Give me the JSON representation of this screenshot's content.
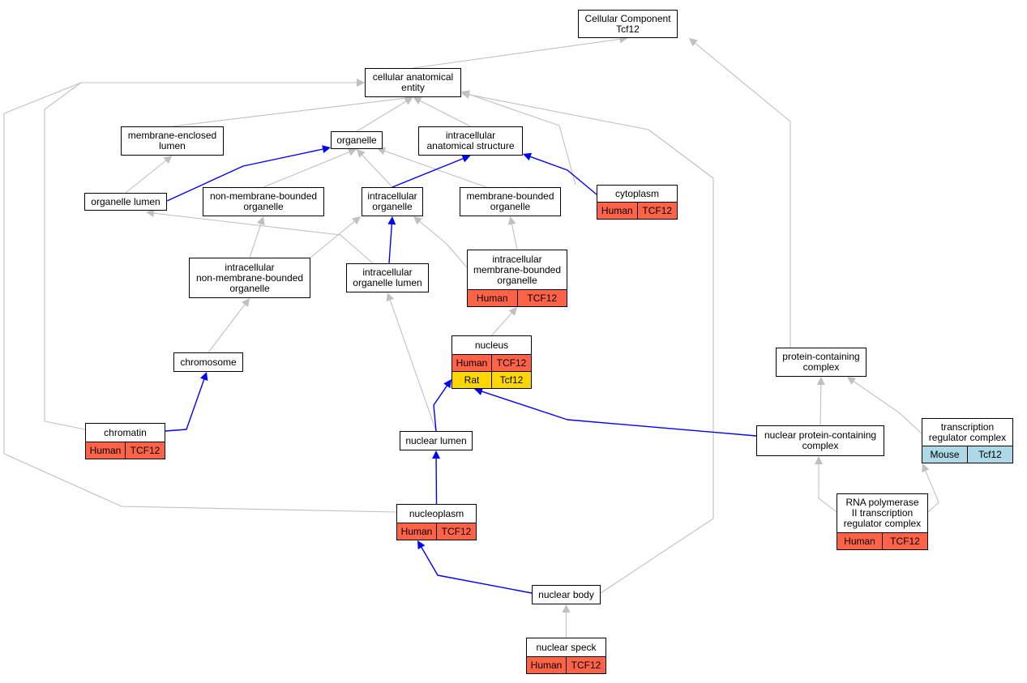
{
  "colors": {
    "human": "#ff6347",
    "rat": "#ffd700",
    "mouse": "#add8e6",
    "edge_highlight": "#0000ff",
    "edge_default": "#c0c0c0"
  },
  "nodes": {
    "root": {
      "title": "Cellular Component\nTcf12",
      "rows": []
    },
    "cae": {
      "title": "cellular anatomical\nentity",
      "rows": []
    },
    "mel": {
      "title": "membrane-enclosed\nlumen",
      "rows": []
    },
    "organelle": {
      "title": "organelle",
      "rows": []
    },
    "ias": {
      "title": "intracellular\nanatomical structure",
      "rows": []
    },
    "orgLumen": {
      "title": "organelle lumen",
      "rows": []
    },
    "nmbo": {
      "title": "non-membrane-bounded\norganelle",
      "rows": []
    },
    "io": {
      "title": "intracellular\norganelle",
      "rows": []
    },
    "mbo": {
      "title": "membrane-bounded\norganelle",
      "rows": []
    },
    "cytoplasm": {
      "title": "cytoplasm",
      "rows": [
        {
          "species": "Human",
          "gene": "TCF12",
          "color": "human"
        }
      ]
    },
    "inmbo": {
      "title": "intracellular\nnon-membrane-bounded\norganelle",
      "rows": []
    },
    "iol": {
      "title": "intracellular\norganelle lumen",
      "rows": []
    },
    "imbo": {
      "title": "intracellular\nmembrane-bounded\norganelle",
      "rows": [
        {
          "species": "Human",
          "gene": "TCF12",
          "color": "human"
        }
      ]
    },
    "chromosome": {
      "title": "chromosome",
      "rows": []
    },
    "nucleus": {
      "title": "nucleus",
      "rows": [
        {
          "species": "Human",
          "gene": "TCF12",
          "color": "human"
        },
        {
          "species": "Rat",
          "gene": "Tcf12",
          "color": "rat"
        }
      ]
    },
    "pcc": {
      "title": "protein-containing\ncomplex",
      "rows": []
    },
    "chromatin": {
      "title": "chromatin",
      "rows": [
        {
          "species": "Human",
          "gene": "TCF12",
          "color": "human"
        }
      ]
    },
    "nuclearLumen": {
      "title": "nuclear lumen",
      "rows": []
    },
    "npcc": {
      "title": "nuclear protein-containing\ncomplex",
      "rows": []
    },
    "trc": {
      "title": "transcription\nregulator complex",
      "rows": [
        {
          "species": "Mouse",
          "gene": "Tcf12",
          "color": "mouse"
        }
      ]
    },
    "nucleoplasm": {
      "title": "nucleoplasm",
      "rows": [
        {
          "species": "Human",
          "gene": "TCF12",
          "color": "human"
        }
      ]
    },
    "rnapol": {
      "title": "RNA polymerase\nII transcription\nregulator complex",
      "rows": [
        {
          "species": "Human",
          "gene": "TCF12",
          "color": "human"
        }
      ]
    },
    "nuclearBody": {
      "title": "nuclear body",
      "rows": []
    },
    "nuclearSpeck": {
      "title": "nuclear speck",
      "rows": [
        {
          "species": "Human",
          "gene": "TCF12",
          "color": "human"
        }
      ]
    }
  },
  "edges": [
    {
      "from": "cae",
      "to": "root",
      "highlight": false
    },
    {
      "from": "pcc",
      "to": "root",
      "highlight": false
    },
    {
      "from": "mel",
      "to": "cae",
      "highlight": false
    },
    {
      "from": "organelle",
      "to": "cae",
      "highlight": false
    },
    {
      "from": "ias",
      "to": "cae",
      "highlight": false
    },
    {
      "from": "cytoplasm",
      "to": "cae",
      "highlight": false
    },
    {
      "from": "chromatin",
      "to": "cae",
      "highlight": false
    },
    {
      "from": "nucleoplasm",
      "to": "cae",
      "highlight": false
    },
    {
      "from": "nuclearBody",
      "to": "cae",
      "highlight": false
    },
    {
      "from": "orgLumen",
      "to": "mel",
      "highlight": false
    },
    {
      "from": "orgLumen",
      "to": "organelle",
      "highlight": true
    },
    {
      "from": "nmbo",
      "to": "organelle",
      "highlight": false
    },
    {
      "from": "io",
      "to": "organelle",
      "highlight": false
    },
    {
      "from": "mbo",
      "to": "organelle",
      "highlight": false
    },
    {
      "from": "io",
      "to": "ias",
      "highlight": true
    },
    {
      "from": "cytoplasm",
      "to": "ias",
      "highlight": true
    },
    {
      "from": "inmbo",
      "to": "nmbo",
      "highlight": false
    },
    {
      "from": "inmbo",
      "to": "io",
      "highlight": false
    },
    {
      "from": "iol",
      "to": "io",
      "highlight": true
    },
    {
      "from": "iol",
      "to": "orgLumen",
      "highlight": false
    },
    {
      "from": "imbo",
      "to": "io",
      "highlight": false
    },
    {
      "from": "imbo",
      "to": "mbo",
      "highlight": false
    },
    {
      "from": "chromosome",
      "to": "inmbo",
      "highlight": false
    },
    {
      "from": "nucleus",
      "to": "imbo",
      "highlight": false
    },
    {
      "from": "chromatin",
      "to": "chromosome",
      "highlight": true
    },
    {
      "from": "nuclearLumen",
      "to": "iol",
      "highlight": false
    },
    {
      "from": "nuclearLumen",
      "to": "nucleus",
      "highlight": true
    },
    {
      "from": "npcc",
      "to": "nucleus",
      "highlight": true
    },
    {
      "from": "npcc",
      "to": "pcc",
      "highlight": false
    },
    {
      "from": "trc",
      "to": "pcc",
      "highlight": false
    },
    {
      "from": "nucleoplasm",
      "to": "nuclearLumen",
      "highlight": true
    },
    {
      "from": "rnapol",
      "to": "npcc",
      "highlight": false
    },
    {
      "from": "rnapol",
      "to": "trc",
      "highlight": false
    },
    {
      "from": "nuclearBody",
      "to": "nucleoplasm",
      "highlight": true
    },
    {
      "from": "nuclearSpeck",
      "to": "nuclearBody",
      "highlight": false
    }
  ]
}
